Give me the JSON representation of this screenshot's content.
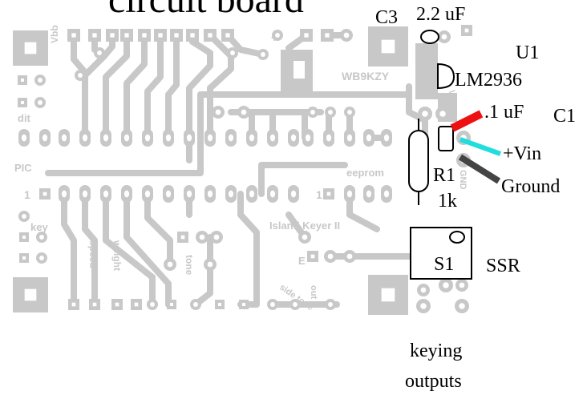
{
  "title": "circuit board",
  "silkscreen": {
    "vbb": "Vbb",
    "gnd": "gnd",
    "plus": "+",
    "call_sign": "WB9KZY",
    "dit": "dit",
    "pic": "PIC",
    "eeprom": "eeprom",
    "pin1_left": "1",
    "pin1_right": "1",
    "key": "key",
    "board_name": "Island Keyer II",
    "speed": "speed",
    "weight": "weight",
    "tone": "tone",
    "e_mark": "E",
    "side_tone": "side tone",
    "out": "out",
    "vin": "Vin",
    "gnd_right": "GND"
  },
  "labels": {
    "c3": "C3",
    "c3_value": "2.2 uF",
    "u1": "U1",
    "u1_part": "LM2936",
    "c1_value": ".1 uF",
    "c1": "C1",
    "vin": "+Vin",
    "ground": "Ground",
    "r1": "R1",
    "r1_value": "1k",
    "s1": "S1",
    "ssr": "SSR",
    "keying_line1": "keying",
    "keying_line2": "outputs"
  },
  "colors": {
    "trace": "#c8c8c8",
    "pad": "#c8c8c8",
    "wire_red": "#ee1111",
    "wire_cyan": "#22dddd",
    "wire_dark": "#444444"
  }
}
